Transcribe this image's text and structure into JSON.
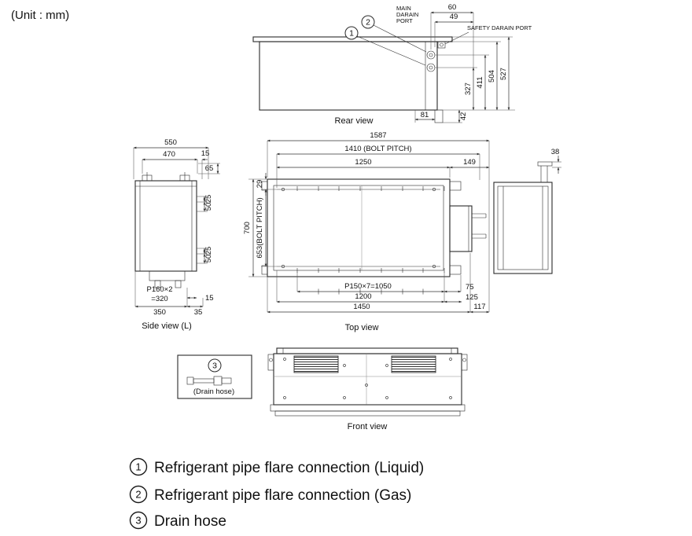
{
  "unit_label": "(Unit : mm)",
  "captions": {
    "rear": "Rear view",
    "side": "Side view (L)",
    "top": "Top view",
    "front": "Front view"
  },
  "ports": {
    "main1": "MAIN",
    "main2": "DARAIN",
    "main3": "PORT",
    "safety": "SAFETY DARAIN PORT"
  },
  "markers": {
    "one": "1",
    "two": "2",
    "three": "3"
  },
  "rear_dims": {
    "d60": "60",
    "d49": "49",
    "d327": "327",
    "d411": "411",
    "d504": "504",
    "d527": "527",
    "d81": "81",
    "d42": "42"
  },
  "top_dims": {
    "total": "1587",
    "bolt_pitch_w": "1410 (BOLT PITCH)",
    "d1250": "1250",
    "d149": "149",
    "d29": "29",
    "d700": "700",
    "bolt_pitch_d": "653(BOLT PITCH)",
    "pitch": "P150×7=1050",
    "d75": "75",
    "d1200": "1200",
    "d125": "125",
    "d1450": "1450",
    "d117": "117",
    "d38": "38"
  },
  "side_dims": {
    "d550": "550",
    "d470": "470",
    "d15": "15",
    "d65": "65",
    "d25": "25",
    "d50": "50",
    "p160": "P160×2",
    "eq320": "=320",
    "d350": "350",
    "d35": "35"
  },
  "drain_box": {
    "label": "(Drain hose)"
  },
  "legend": {
    "items": [
      {
        "num": "1",
        "text": "Refrigerant pipe flare connection (Liquid)"
      },
      {
        "num": "2",
        "text": "Refrigerant pipe flare connection (Gas)"
      },
      {
        "num": "3",
        "text": "Drain hose"
      }
    ]
  }
}
